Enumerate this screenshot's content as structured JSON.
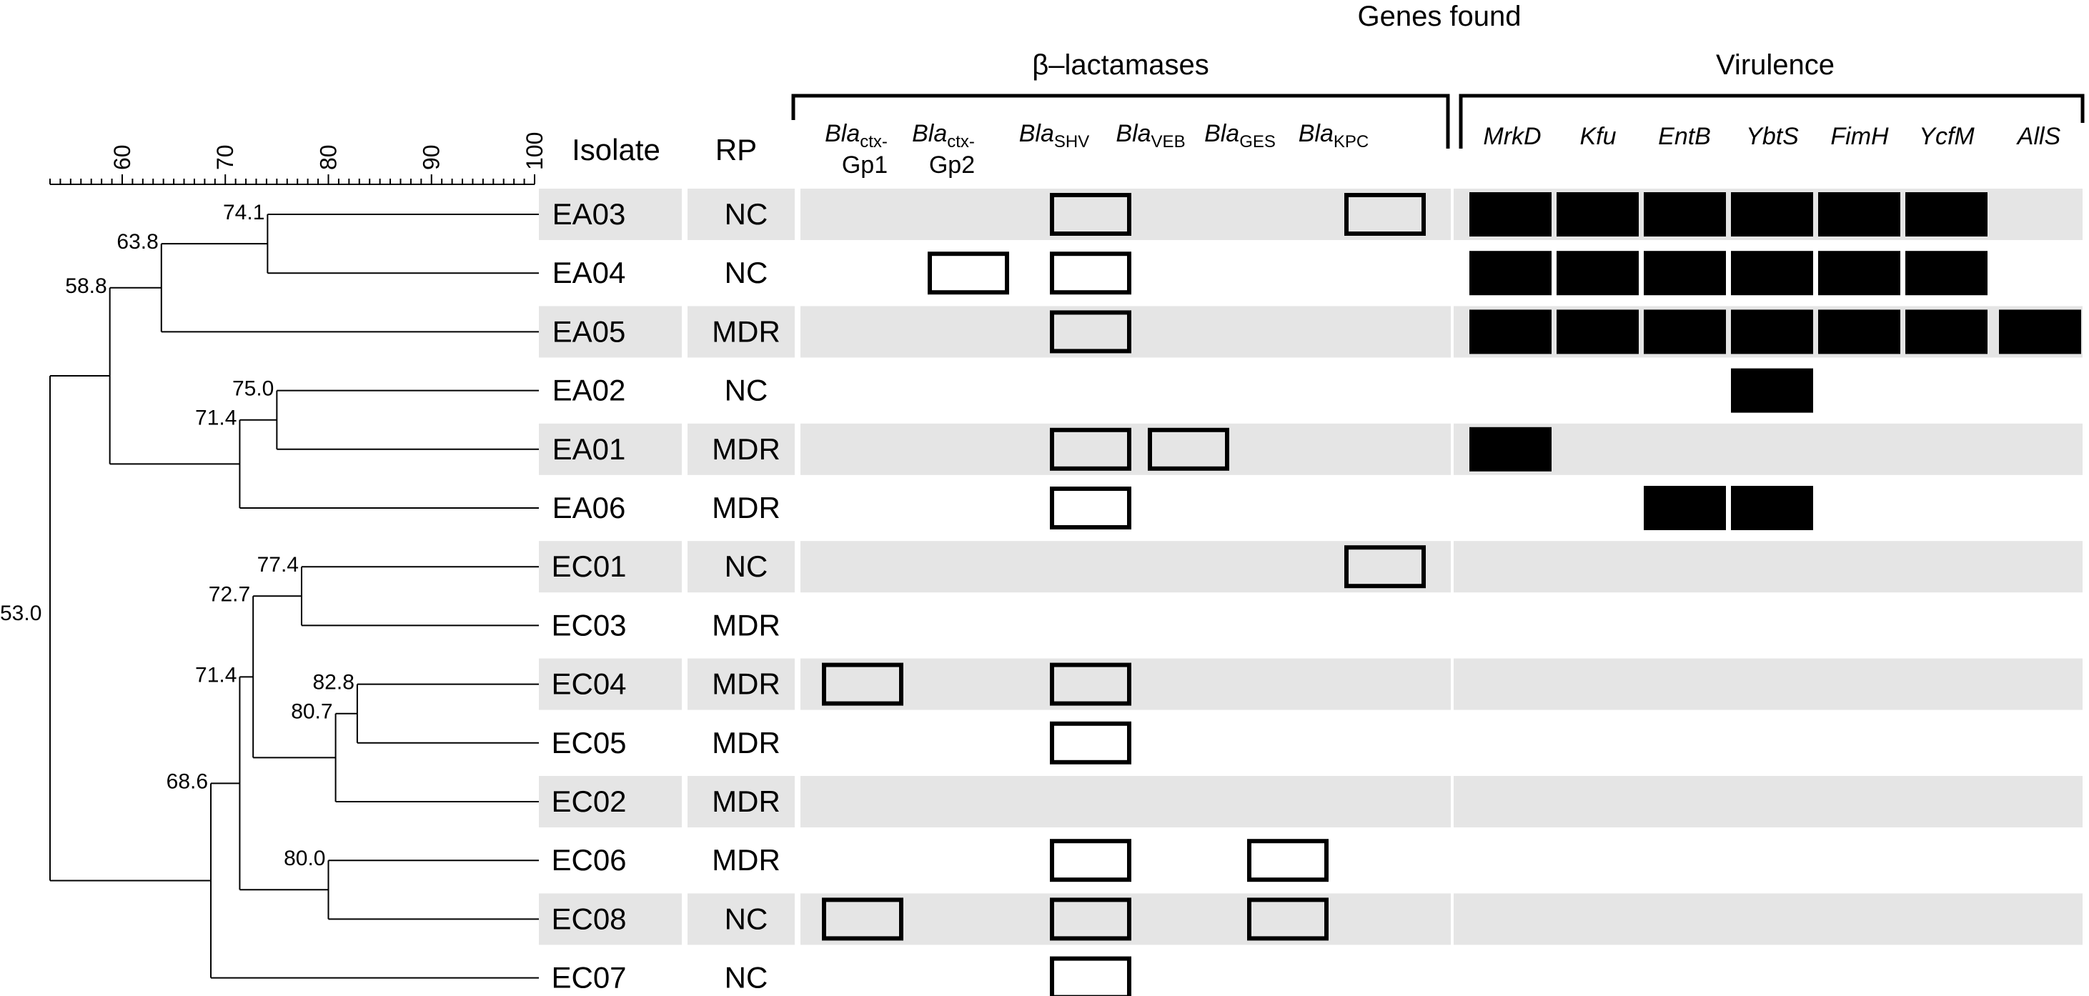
{
  "header": {
    "genes_found": "Genes found",
    "beta_lactamases": "β–lactamases",
    "virulence": "Virulence",
    "isolate_col": "Isolate",
    "rp_col": "RP"
  },
  "scale_ticks": [
    "60",
    "70",
    "80",
    "90",
    "100"
  ],
  "bla_genes": [
    {
      "main": "Bla",
      "sub": "ctx-",
      "line2": "Gp1"
    },
    {
      "main": "Bla",
      "sub": "ctx-",
      "line2": "Gp2"
    },
    {
      "main": "Bla",
      "sub": "SHV",
      "line2": ""
    },
    {
      "main": "Bla",
      "sub": "VEB",
      "line2": ""
    },
    {
      "main": "Bla",
      "sub": "GES",
      "line2": ""
    },
    {
      "main": "Bla",
      "sub": "KPC",
      "line2": ""
    }
  ],
  "vir_genes": [
    "MrkD",
    "Kfu",
    "EntB",
    "YbtS",
    "FimH",
    "YcfM",
    "AllS"
  ],
  "rows": [
    {
      "isolate": "EA03",
      "rp": "NC",
      "bla": [
        0,
        0,
        1,
        0,
        0,
        1
      ],
      "vir": [
        1,
        1,
        1,
        1,
        1,
        1,
        0
      ]
    },
    {
      "isolate": "EA04",
      "rp": "NC",
      "bla": [
        0,
        1,
        1,
        0,
        0,
        0
      ],
      "vir": [
        1,
        1,
        1,
        1,
        1,
        1,
        0
      ]
    },
    {
      "isolate": "EA05",
      "rp": "MDR",
      "bla": [
        0,
        0,
        1,
        0,
        0,
        0
      ],
      "vir": [
        1,
        1,
        1,
        1,
        1,
        1,
        1
      ]
    },
    {
      "isolate": "EA02",
      "rp": "NC",
      "bla": [
        0,
        0,
        0,
        0,
        0,
        0
      ],
      "vir": [
        0,
        0,
        0,
        1,
        0,
        0,
        0
      ]
    },
    {
      "isolate": "EA01",
      "rp": "MDR",
      "bla": [
        0,
        0,
        1,
        1,
        0,
        0
      ],
      "vir": [
        1,
        0,
        0,
        0,
        0,
        0,
        0
      ]
    },
    {
      "isolate": "EA06",
      "rp": "MDR",
      "bla": [
        0,
        0,
        1,
        0,
        0,
        0
      ],
      "vir": [
        0,
        0,
        1,
        1,
        0,
        0,
        0
      ]
    },
    {
      "isolate": "EC01",
      "rp": "NC",
      "bla": [
        0,
        0,
        0,
        0,
        0,
        1
      ],
      "vir": [
        0,
        0,
        0,
        0,
        0,
        0,
        0
      ]
    },
    {
      "isolate": "EC03",
      "rp": "MDR",
      "bla": [
        0,
        0,
        0,
        0,
        0,
        0
      ],
      "vir": [
        0,
        0,
        0,
        0,
        0,
        0,
        0
      ]
    },
    {
      "isolate": "EC04",
      "rp": "MDR",
      "bla": [
        1,
        0,
        1,
        0,
        0,
        0
      ],
      "vir": [
        0,
        0,
        0,
        0,
        0,
        0,
        0
      ]
    },
    {
      "isolate": "EC05",
      "rp": "MDR",
      "bla": [
        0,
        0,
        1,
        0,
        0,
        0
      ],
      "vir": [
        0,
        0,
        0,
        0,
        0,
        0,
        0
      ]
    },
    {
      "isolate": "EC02",
      "rp": "MDR",
      "bla": [
        0,
        0,
        0,
        0,
        0,
        0
      ],
      "vir": [
        0,
        0,
        0,
        0,
        0,
        0,
        0
      ]
    },
    {
      "isolate": "EC06",
      "rp": "MDR",
      "bla": [
        0,
        0,
        1,
        0,
        1,
        0
      ],
      "vir": [
        0,
        0,
        0,
        0,
        0,
        0,
        0
      ]
    },
    {
      "isolate": "EC08",
      "rp": "NC",
      "bla": [
        1,
        0,
        1,
        0,
        1,
        0
      ],
      "vir": [
        0,
        0,
        0,
        0,
        0,
        0,
        0
      ]
    },
    {
      "isolate": "EC07",
      "rp": "NC",
      "bla": [
        0,
        0,
        1,
        0,
        0,
        0
      ],
      "vir": [
        0,
        0,
        0,
        0,
        0,
        0,
        0
      ]
    }
  ],
  "dendrogram_nodes": [
    "74.1",
    "63.8",
    "58.8",
    "75.0",
    "71.4",
    "77.4",
    "82.8",
    "80.7",
    "72.7",
    "80.0",
    "71.4",
    "68.6",
    "53.0"
  ],
  "colors": {
    "stripe": "#e5e5e5",
    "ink": "#000000",
    "background": "#ffffff"
  }
}
